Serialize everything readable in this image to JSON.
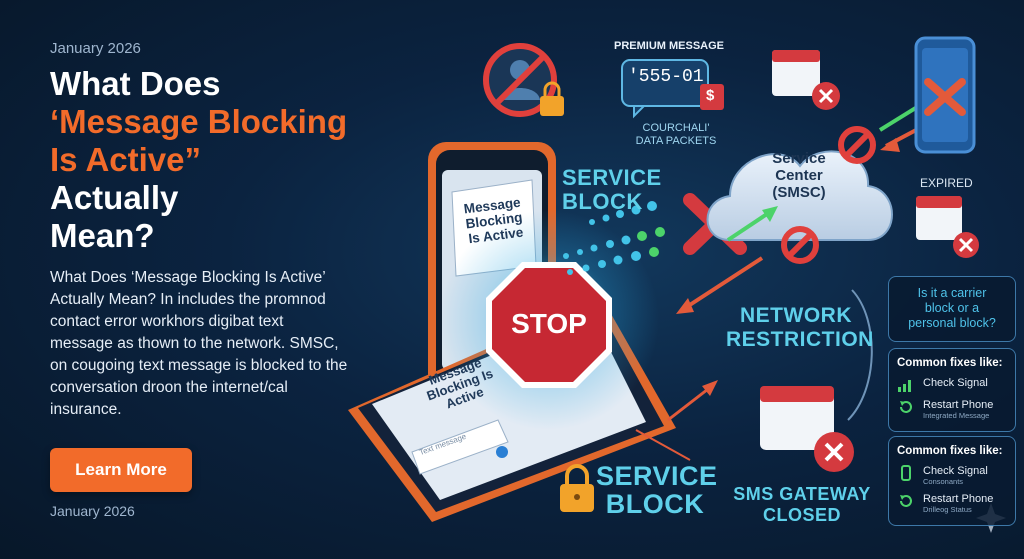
{
  "article": {
    "date_top": "January 2026",
    "title_line1": "What Does",
    "title_accent": "‘Message Blocking Is Active”",
    "title_line3": "Actually",
    "title_line4": "Mean?",
    "body": "What Does ‘Message Blocking Is Active’ Actually Mean? In includes the promnod contact error workhors digibat text message as thown to the network. SMSC, on cougoing text message is blocked to the conversation droon the internet/cal insurance.",
    "cta_label": "Learn More",
    "date_bottom": "January 2026"
  },
  "graphic": {
    "premium_label": "PREMIUM MESSAGE",
    "premium_number": "'555-01",
    "courchali_label": "COURCHALI'",
    "data_packets_label": "DATA PACKETS",
    "service_block_top": [
      "SERVICE",
      "BLOCK"
    ],
    "smsc_label": [
      "Service",
      "Center",
      "(SMSC)"
    ],
    "expired_label": "EXPIRED",
    "phone_screen_text": [
      "Message",
      "Blocking",
      "Is Active"
    ],
    "stop_sign": "STOP",
    "bubble_text": [
      "Message",
      "Blocking Is",
      "Active"
    ],
    "input_placeholder": "Text message",
    "network_restriction": [
      "NETWORK",
      "RESTRICTION"
    ],
    "service_block_bottom": [
      "SERVICE",
      "BLOCK"
    ],
    "sms_gateway": [
      "SMS GATEWAY",
      "CLOSED"
    ]
  },
  "panels": {
    "question": [
      "Is it a carrier",
      "block or a",
      "personal block?"
    ],
    "fix1": {
      "title": "Common fixes like:",
      "items": [
        {
          "label": "Check Signal",
          "sub": ""
        },
        {
          "label": "Restart Phone",
          "sub": "Integrated Message"
        }
      ]
    },
    "fix2": {
      "title": "Common fixes like:",
      "items": [
        {
          "label": "Check Signal",
          "sub": "Consonants"
        },
        {
          "label": "Restart Phone",
          "sub": "Drilleog Status"
        }
      ]
    }
  },
  "colors": {
    "accent": "#f26b2a",
    "cyan": "#5fd0ea",
    "stop_red": "#c62833",
    "arrow_green": "#4cd36a",
    "background": "#0b2340"
  }
}
